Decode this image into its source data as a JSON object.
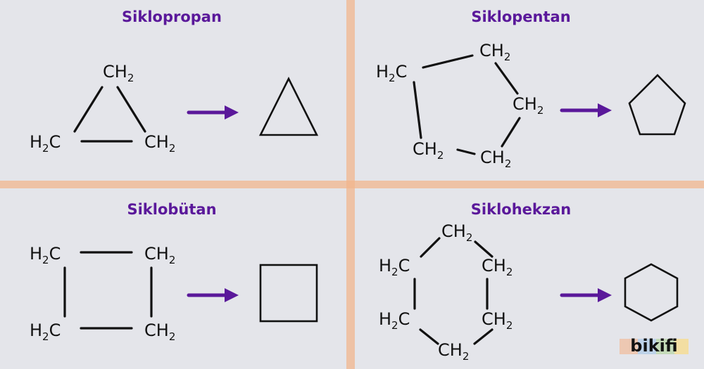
{
  "colors": {
    "background": "#e4e5ea",
    "divider": "#f2b58e",
    "title": "#5a189a",
    "arrow": "#5a189a",
    "text": "#111111"
  },
  "panels": [
    {
      "title": "Siklopropan",
      "groups": [
        {
          "main": "CH",
          "sub": "2"
        },
        {
          "main": "H",
          "sub": "2",
          "tail": "C"
        },
        {
          "main": "CH",
          "sub": "2"
        }
      ]
    },
    {
      "title": "Siklopentan",
      "groups": [
        {
          "main": "H",
          "sub": "2",
          "tail": "C"
        },
        {
          "main": "CH",
          "sub": "2"
        },
        {
          "main": "CH",
          "sub": "2"
        },
        {
          "main": "CH",
          "sub": "2"
        },
        {
          "main": "CH",
          "sub": "2"
        }
      ]
    },
    {
      "title": "Siklobütan",
      "groups": [
        {
          "main": "H",
          "sub": "2",
          "tail": "C"
        },
        {
          "main": "CH",
          "sub": "2"
        },
        {
          "main": "H",
          "sub": "2",
          "tail": "C"
        },
        {
          "main": "CH",
          "sub": "2"
        }
      ]
    },
    {
      "title": "Siklohekzan",
      "groups": [
        {
          "main": "CH",
          "sub": "2"
        },
        {
          "main": "H",
          "sub": "2",
          "tail": "C"
        },
        {
          "main": "CH",
          "sub": "2"
        },
        {
          "main": "H",
          "sub": "2",
          "tail": "C"
        },
        {
          "main": "CH",
          "sub": "2"
        },
        {
          "main": "CH",
          "sub": "2"
        }
      ]
    }
  ],
  "logo": {
    "text": "bikifi",
    "bar_colors": [
      "#f4b183",
      "#9dc3e6",
      "#a9d18e",
      "#ffd966"
    ]
  }
}
